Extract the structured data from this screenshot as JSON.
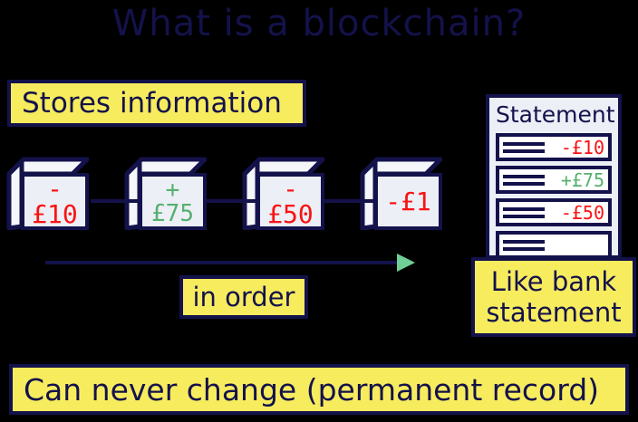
{
  "title": "What is a blockchain?",
  "callouts": {
    "stores_information": "Stores information",
    "in_order": "in order",
    "like_bank_line1": "Like bank",
    "like_bank_line2": "statement",
    "permanent_record": "Can never change (permanent record)"
  },
  "chain": {
    "blocks": [
      {
        "amount": "-£10",
        "sign": "neg"
      },
      {
        "amount": "+\n£75",
        "sign": "pos"
      },
      {
        "amount": "-£50",
        "sign": "neg"
      },
      {
        "amount": "-£1",
        "sign": "neg"
      }
    ]
  },
  "statement": {
    "title": "Statement",
    "rows": [
      {
        "amount": "-£10",
        "sign": "neg"
      },
      {
        "amount": "+£75",
        "sign": "pos"
      },
      {
        "amount": "-£50",
        "sign": "neg"
      },
      {
        "amount": "",
        "sign": "neg"
      }
    ]
  },
  "colors": {
    "background": "#000000",
    "ink": "#14124b",
    "highlight": "#f7ec5e",
    "negative": "#fa1212",
    "positive": "#57b06f",
    "block_face": "#eceff6",
    "arrow_head": "#6fcf97"
  }
}
